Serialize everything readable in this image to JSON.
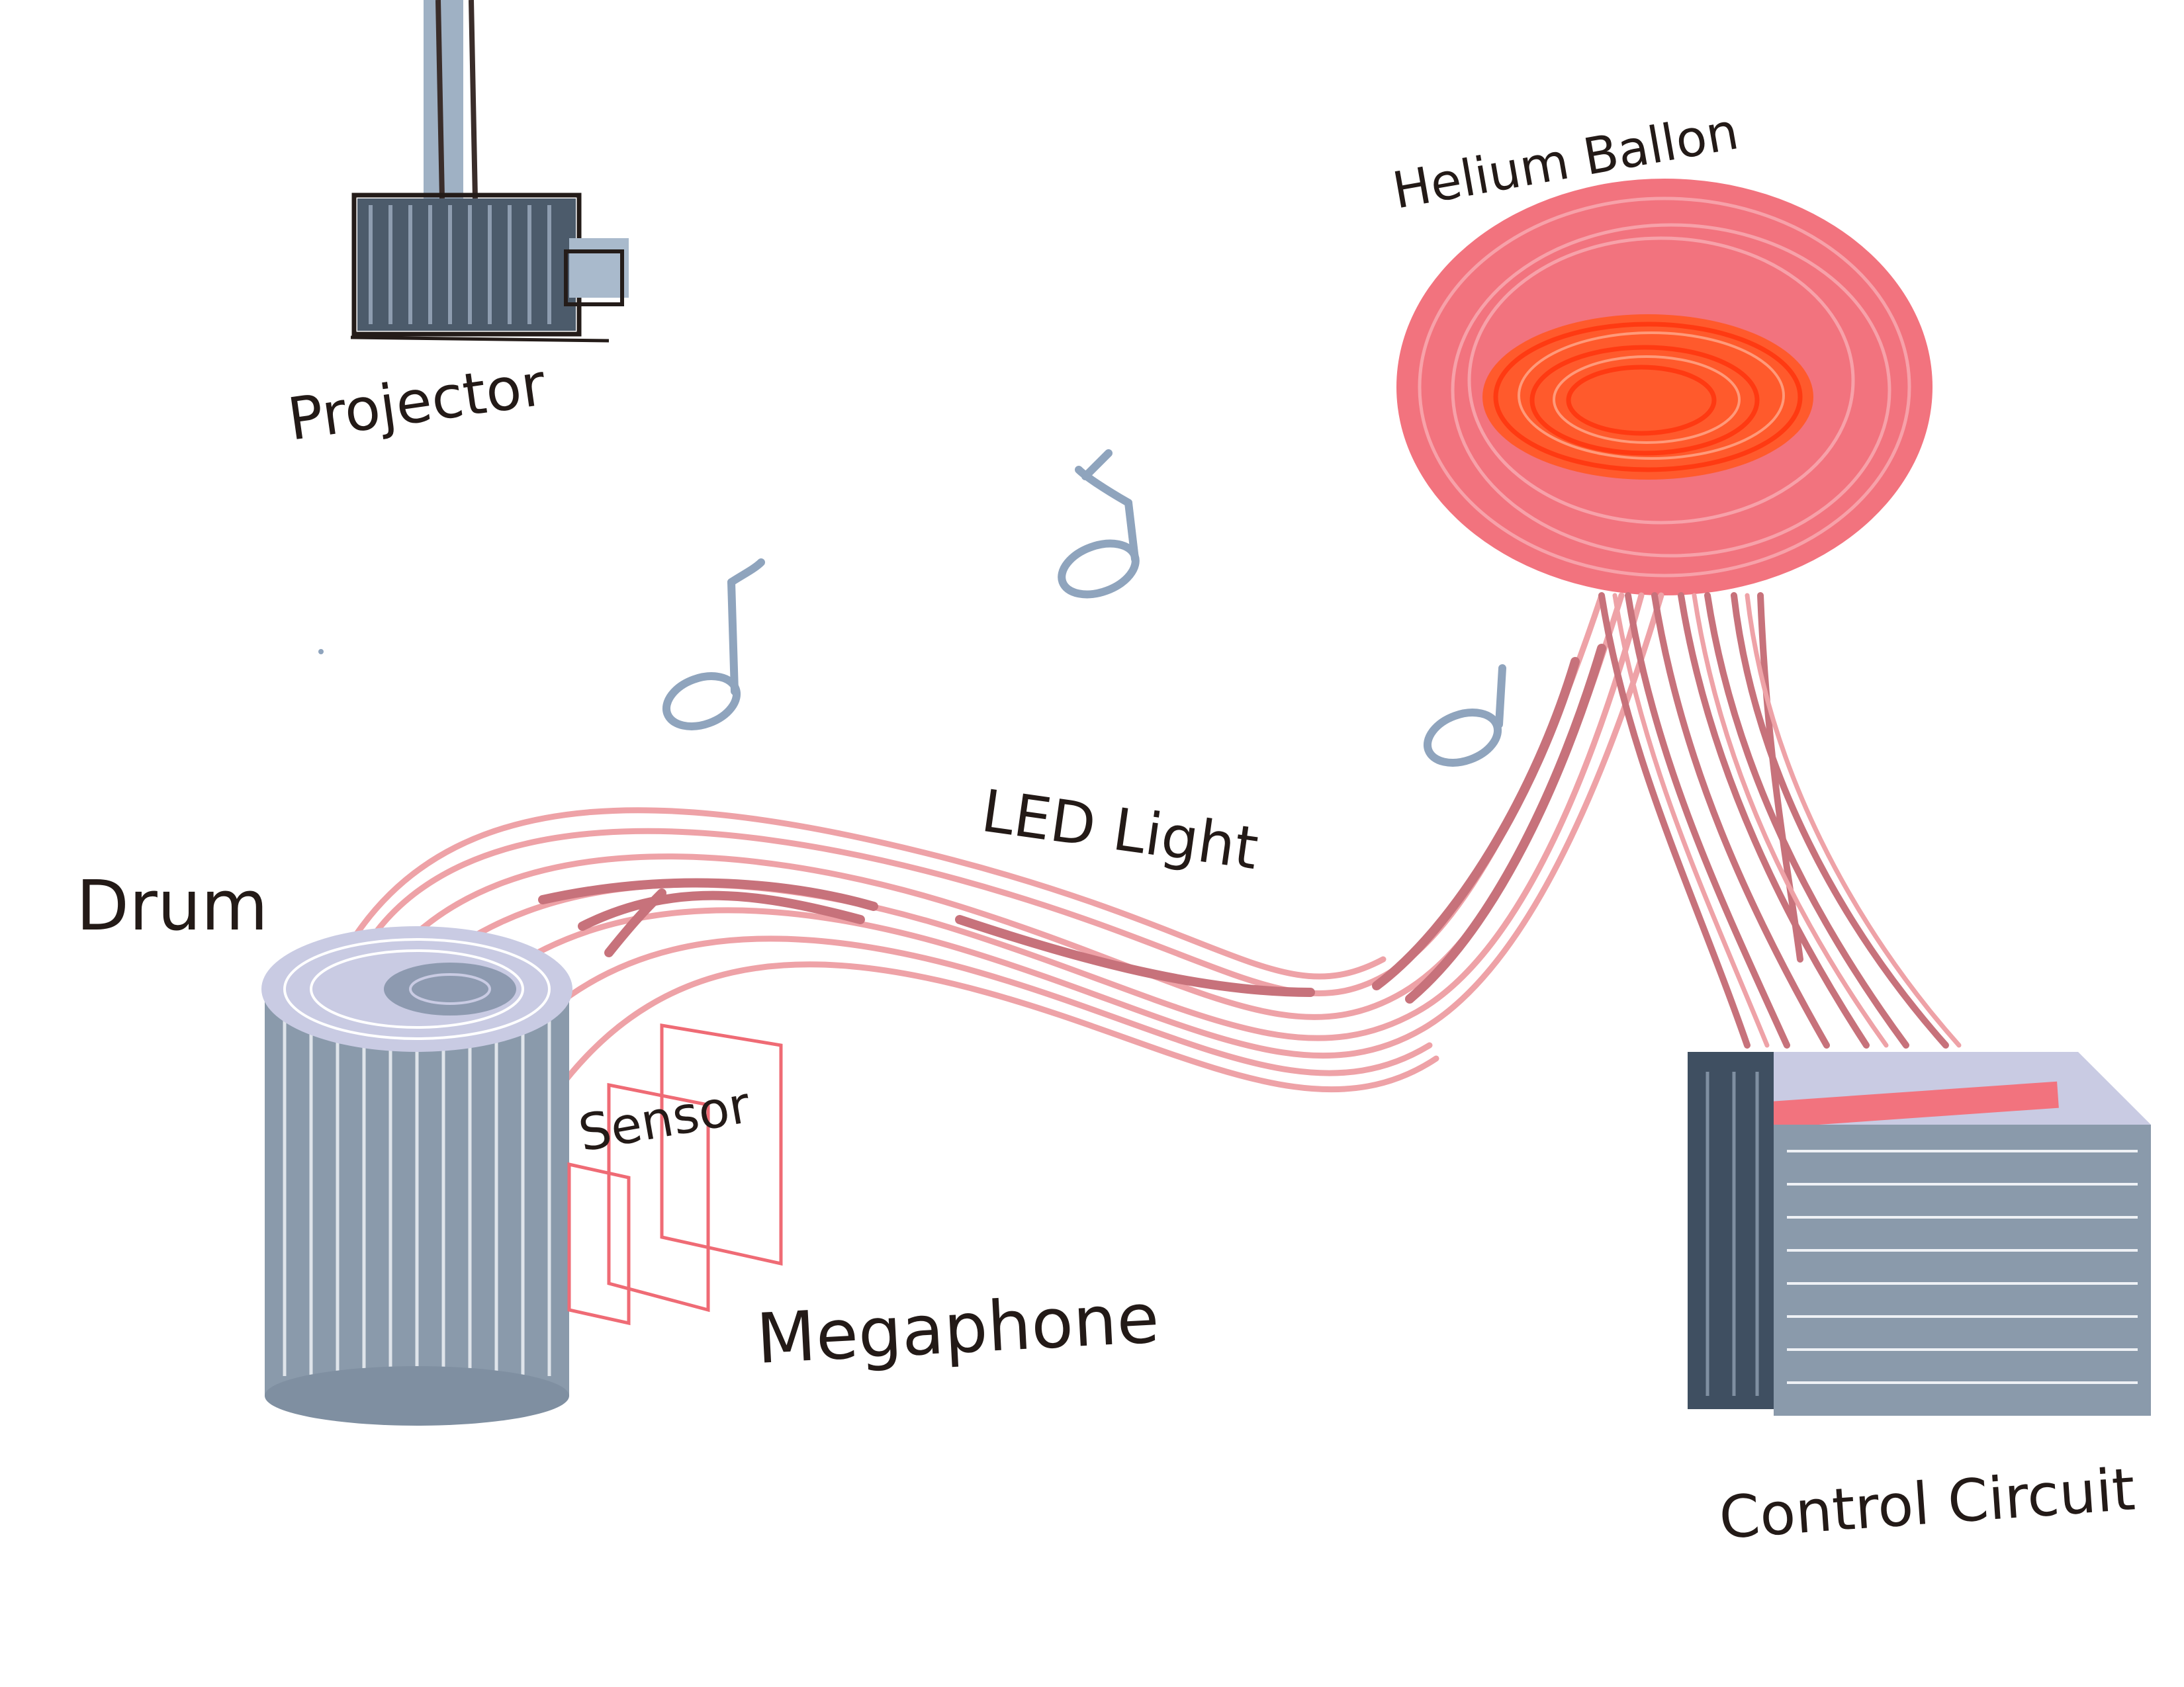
{
  "labels": {
    "projector": "Projector",
    "helium_balloon": "Helium Ballon",
    "led_light": "LED Light",
    "drum": "Drum",
    "sensor": "Sensor",
    "megaphone": "Megaphone",
    "control_circuit": "Control Circuit"
  },
  "colors": {
    "ink": "#231a17",
    "balloon": "#f2737e",
    "balloon_core": "#ff4a1c",
    "led_strand_light": "#eea2a7",
    "led_strand_dark": "#c7727b",
    "slate": "#8a9aab",
    "slate_dark": "#3f4f61",
    "lavender": "#c9cbe3",
    "note_blue": "#8fa4bd",
    "sensor_red": "#ef6b75"
  },
  "icons": [
    "projector-icon",
    "balloon-icon",
    "drum-icon",
    "megaphone-icon",
    "control-box-icon",
    "music-note-icon"
  ]
}
